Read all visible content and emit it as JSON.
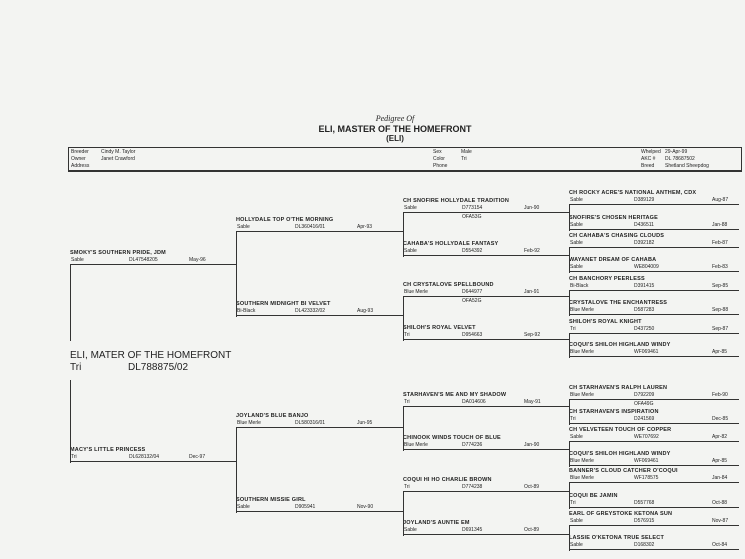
{
  "header": {
    "title_prefix": "Pedigree Of",
    "dog_name": "ELI, MASTER OF THE HOMEFRONT",
    "call_name": "(ELI)"
  },
  "info": {
    "breeder_label": "Breeder",
    "breeder": "Cindy M. Taylor",
    "owner_label": "Owner",
    "owner": "Janet Crawford",
    "address_label": "Address",
    "sex_label": "Sex",
    "sex": "Male",
    "color_label": "Color",
    "color": "Tri",
    "phone_label": "Phone",
    "whelped_label": "Whelped",
    "whelped": "29-Apr-99",
    "akc_label": "AKC #",
    "akc": "DL 78687502",
    "breed_label": "Breed",
    "breed": "Shetland Sheepdog"
  },
  "subject": {
    "name": "ELI, MATER OF THE HOMEFRONT",
    "color": "Tri",
    "reg": "DL788875/02"
  },
  "gen1": [
    {
      "name": "SMOKY'S SOUTHERN PRIDE, JDM",
      "color": "Sable",
      "reg": "DL47548205",
      "date": "May-96"
    },
    {
      "name": "MACY'S LITTLE PRINCESS",
      "color": "Tri",
      "reg": "DL628132/04",
      "date": "Dec-97"
    }
  ],
  "gen2": [
    {
      "name": "HOLLYDALE TOP O'THE MORNING",
      "color": "Sable",
      "reg": "DL360416/01",
      "date": "Apr-93"
    },
    {
      "name": "SOUTHERN MIDNIGHT BI VELVET",
      "color": "Bi-Black",
      "reg": "DL423332/02",
      "date": "Aug-93"
    },
    {
      "name": "JOYLAND'S BLUE BANJO",
      "color": "Blue Merle",
      "reg": "DL580316/01",
      "date": "Jun-95"
    },
    {
      "name": "SOUTHERN MISSIE GIRL",
      "color": "Sable",
      "reg": "D905941",
      "date": "Nov-90"
    }
  ],
  "gen3": [
    {
      "name": "CH SNOFIRE HOLLYDALE TRADITION",
      "color": "Sable",
      "reg": "D773154",
      "date": "Jun-90",
      "extra": "OFA53G"
    },
    {
      "name": "CAHABA'S HOLLYDALE FANTASY",
      "color": "Sable",
      "reg": "D554392",
      "date": "Feb-92"
    },
    {
      "name": "CH CRYSTALOVE SPELLBOUND",
      "color": "Blue Merle",
      "reg": "D644977",
      "date": "Jan-91",
      "extra": "OFA52G"
    },
    {
      "name": "SHILOH'S ROYAL VELVET",
      "color": "Tri",
      "reg": "D954663",
      "date": "Sep-92"
    },
    {
      "name": "STARHAVEN'S ME AND MY SHADOW",
      "color": "Tri",
      "reg": "DA014606",
      "date": "May-91"
    },
    {
      "name": "CHINOOK WINDS TOUCH OF BLUE",
      "color": "Blue Merle",
      "reg": "D774236",
      "date": "Jan-90"
    },
    {
      "name": "COQUI HI HO CHARLIE BROWN",
      "color": "Tri",
      "reg": "D774238",
      "date": "Oct-89"
    },
    {
      "name": "JOYLAND'S AUNTIE EM",
      "color": "Sable",
      "reg": "D691345",
      "date": "Oct-89"
    }
  ],
  "gen4": [
    {
      "name": "CH ROCKY ACRE'S NATIONAL ANTHEM, CDX",
      "color": "Sable",
      "reg": "D389129",
      "date": "Aug-87"
    },
    {
      "name": "SNOFIRE'S CHOSEN HERITAGE",
      "color": "Sable",
      "reg": "D436511",
      "date": "Jan-88"
    },
    {
      "name": "CH CAHABA'S CHASING CLOUDS",
      "color": "Sable",
      "reg": "D392182",
      "date": "Feb-87"
    },
    {
      "name": "WAYANET DREAM OF CAHABA",
      "color": "Sable",
      "reg": "WE804009",
      "date": "Feb-83"
    },
    {
      "name": "CH BANCHORY PEERLESS",
      "color": "Bi-Black",
      "reg": "D391415",
      "date": "Sep-85"
    },
    {
      "name": "CRYSTALOVE THE ENCHANTRESS",
      "color": "Blue Merle",
      "reg": "D587283",
      "date": "Sep-88"
    },
    {
      "name": "SHILOH'S ROYAL KNIGHT",
      "color": "Tri",
      "reg": "D437250",
      "date": "Sep-87"
    },
    {
      "name": "COQUI'S SHILOH HIGHLAND WINDY",
      "color": "Blue Merle",
      "reg": "WF069461",
      "date": "Apr-85"
    },
    {
      "name": "CH STARHAVEN'S RALPH LAUREN",
      "color": "Blue Merle",
      "reg": "D792209",
      "date": "Feb-90",
      "extra": "OFA49G"
    },
    {
      "name": "CH STARHAVEN'S INSPIRATION",
      "color": "Tri",
      "reg": "D241569",
      "date": "Dec-85"
    },
    {
      "name": "CH VELVETEEN TOUCH OF COPPER",
      "color": "Sable",
      "reg": "WE707692",
      "date": "Apr-82"
    },
    {
      "name": "COQUI'S SHILOH HIGHLAND WINDY",
      "color": "Blue Merle",
      "reg": "WF069461",
      "date": "Apr-85"
    },
    {
      "name": "BANNER'S CLOUD CATCHER O'COQUI",
      "color": "Blue Merle",
      "reg": "WF178575",
      "date": "Jan-84"
    },
    {
      "name": "COQUI BE JAMIN",
      "color": "Tri",
      "reg": "D557768",
      "date": "Oct-88"
    },
    {
      "name": "EARL OF GREYSTOKE KETONA SUN",
      "color": "Sable",
      "reg": "D576915",
      "date": "Nov-87"
    },
    {
      "name": "LASSIE O'KETONA TRUE SELECT",
      "color": "Sable",
      "reg": "D168302",
      "date": "Oct-84"
    }
  ]
}
